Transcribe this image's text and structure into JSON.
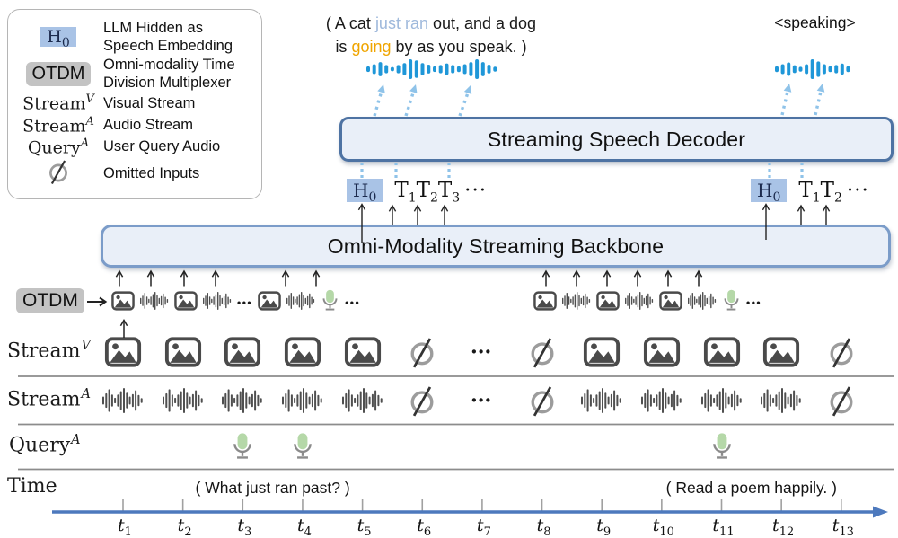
{
  "legend": {
    "items": [
      {
        "type": "h0-badge",
        "symbol": "H",
        "symbol_sub": "0",
        "label": "LLM Hidden as\nSpeech Embedding"
      },
      {
        "type": "otdm-badge",
        "symbol": "OTDM",
        "label": "Omni-modality Time\nDivision Multiplexer"
      },
      {
        "type": "math",
        "symbol": "Stream",
        "symbol_sup": "V",
        "label": "Visual Stream"
      },
      {
        "type": "math",
        "symbol": "Stream",
        "symbol_sup": "A",
        "label": "Audio Stream"
      },
      {
        "type": "math",
        "symbol": "Query",
        "symbol_sup": "A",
        "label": "User Query Audio"
      },
      {
        "type": "empty-icon",
        "label": "Omitted Inputs"
      }
    ]
  },
  "speech_caption": {
    "lines": [
      [
        {
          "text": "( A cat "
        },
        {
          "text": "just ran",
          "color": "#9fb9dc"
        },
        {
          "text": " out, and a dog"
        }
      ],
      [
        {
          "text": "is "
        },
        {
          "text": "going",
          "color": "#f0a500"
        },
        {
          "text": " by as you speak. )"
        }
      ]
    ]
  },
  "speaking_tag": "<speaking>",
  "decoder": {
    "title": "Streaming Speech Decoder"
  },
  "backbone": {
    "title": "Omni-Modality Streaming Backbone"
  },
  "decoder_inputs": {
    "left": {
      "special": "H",
      "special_sub": "0",
      "tokens": [
        [
          "T",
          "1"
        ],
        [
          "T",
          "2"
        ],
        [
          "T",
          "3"
        ]
      ],
      "ellipsis": "···"
    },
    "right": {
      "special": "H",
      "special_sub": "0",
      "tokens": [
        [
          "T",
          "1"
        ],
        [
          "T",
          "2"
        ]
      ],
      "ellipsis": "···"
    }
  },
  "otdm": {
    "badge": "OTDM",
    "left_icons": [
      "image",
      "audio",
      "image",
      "audio",
      "dots",
      "image",
      "audio",
      "mic",
      "dots"
    ],
    "right_icons": [
      "image",
      "audio",
      "image",
      "audio",
      "image",
      "audio",
      "mic",
      "dots"
    ]
  },
  "rows": {
    "stream_v": {
      "label": "Stream",
      "label_sup": "V",
      "cells": [
        "image",
        "image",
        "image",
        "image",
        "image",
        "empty",
        "dots",
        "empty",
        "image",
        "image",
        "image",
        "image",
        "empty"
      ]
    },
    "stream_a": {
      "label": "Stream",
      "label_sup": "A",
      "cells": [
        "audio",
        "audio",
        "audio",
        "audio",
        "audio",
        "empty",
        "dots",
        "empty",
        "audio",
        "audio",
        "audio",
        "audio",
        "empty"
      ]
    },
    "query_a": {
      "label": "Query",
      "label_sup": "A",
      "mic_slots": [
        3,
        4,
        11
      ]
    },
    "time": {
      "label": "Time",
      "captions": [
        {
          "text": "( What just ran past? )",
          "slot_center": 3.5
        },
        {
          "text": "( Read a poem happily. )",
          "slot_center": 11.5
        }
      ]
    }
  },
  "time_axis": {
    "ticks": [
      [
        "t",
        "1"
      ],
      [
        "t",
        "2"
      ],
      [
        "t",
        "3"
      ],
      [
        "t",
        "4"
      ],
      [
        "t",
        "5"
      ],
      [
        "t",
        "6"
      ],
      [
        "t",
        "7"
      ],
      [
        "t",
        "8"
      ],
      [
        "t",
        "9"
      ],
      [
        "t",
        "10"
      ],
      [
        "t",
        "11"
      ],
      [
        "t",
        "12"
      ],
      [
        "t",
        "13"
      ]
    ]
  },
  "colors": {
    "speech_wave_blue": "#1f97d8",
    "h0_badge_bg": "#a9c3e6",
    "otdm_badge_bg": "#c3c3c3",
    "box_fill": "#e9eff8",
    "decoder_border": "#4e73a3",
    "backbone_border": "#7b9cc9",
    "dashed_arrow_blue": "#8fc3e9",
    "mic_green": "#b5d8a8",
    "highlight_blue": "#9fb9dc",
    "highlight_orange": "#f0a500",
    "axis_blue": "#4d79bd"
  }
}
